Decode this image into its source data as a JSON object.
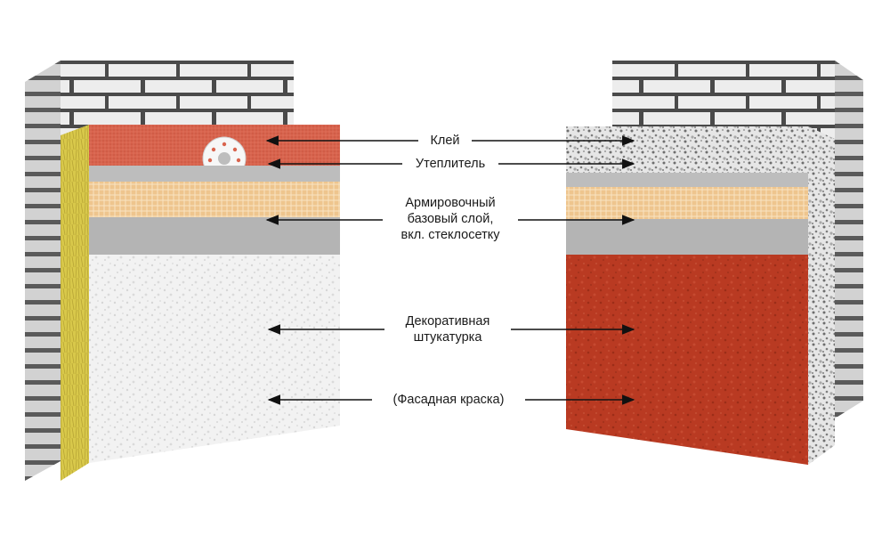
{
  "labels": {
    "adhesive": "Клей",
    "insulation": "Утеплитель",
    "reinforcing_line1": "Армировочный",
    "reinforcing_line2": "базовый слой,",
    "reinforcing_line3": "вкл. стеклосетку",
    "decorative_line1": "Декоративная",
    "decorative_line2": "штукатурка",
    "paint": "(Фасадная краска)"
  },
  "colors": {
    "text": "#1a1a1a",
    "arrow": "#111111",
    "brick": "#ededed",
    "mortar": "#4a4a4a",
    "mineral_wool": "#d8c84a",
    "adhesive_red": "#d9644e",
    "base_coat_gray": "#b9b9b9",
    "mesh": "#eec58e",
    "white_plaster": "#f2f2f2",
    "red_plaster": "#b93a22",
    "eps_speckle": "#d0d0d0"
  }
}
